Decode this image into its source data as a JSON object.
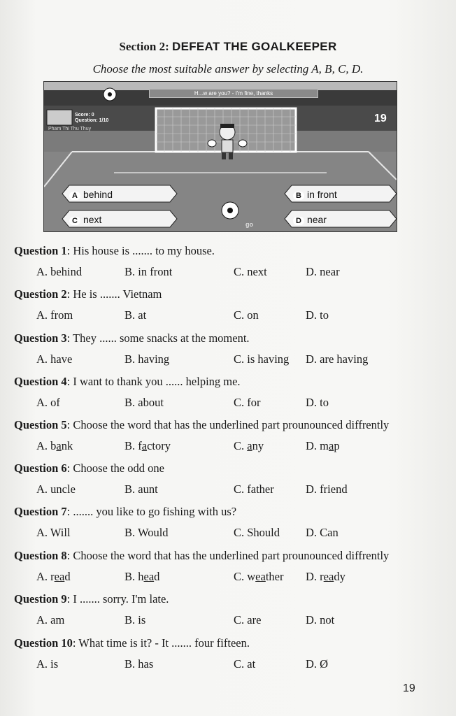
{
  "section": {
    "prefix": "Section 2: ",
    "title": "DEFEAT THE GOALKEEPER",
    "instruction": "Choose the most suitable answer by selecting A, B, C, D."
  },
  "game": {
    "question_text": "H...w are you? - I'm fine, thanks",
    "score_label": "Score: 0",
    "question_counter": "Question: 1/10",
    "player_name": "Pham Thi Thu Thuy",
    "timer": "19",
    "go_label": "go",
    "answers": [
      {
        "letter": "A",
        "text": "behind"
      },
      {
        "letter": "B",
        "text": "in front"
      },
      {
        "letter": "C",
        "text": "next"
      },
      {
        "letter": "D",
        "text": "near"
      }
    ]
  },
  "questions": [
    {
      "label": "Question 1",
      "text": ": His house is ....... to my house.",
      "options": [
        "A. behind",
        "B. in front",
        "C. next",
        "D. near"
      ]
    },
    {
      "label": "Question 2",
      "text": ": He is ....... Vietnam",
      "options": [
        "A. from",
        "B. at",
        "C. on",
        "D. to"
      ]
    },
    {
      "label": "Question 3",
      "text": ": They ...... some snacks at the moment.",
      "options": [
        "A. have",
        "B. having",
        "C. is having",
        "D. are having"
      ]
    },
    {
      "label": "Question 4",
      "text": ": I want to thank you ...... helping me.",
      "options": [
        "A. of",
        "B. about",
        "C. for",
        "D. to"
      ]
    },
    {
      "label": "Question 5",
      "text": ": Choose the word that has the underlined part prounounced diffrently",
      "options": [
        "A. bank",
        "B. factory",
        "C. any",
        "D. map"
      ],
      "underlined": [
        "a",
        "a",
        "a",
        "a"
      ]
    },
    {
      "label": "Question 6",
      "text": ": Choose the odd one",
      "options": [
        "A. uncle",
        "B. aunt",
        "C. father",
        "D. friend"
      ]
    },
    {
      "label": "Question 7",
      "text": ": ....... you like to go fishing with us?",
      "options": [
        "A. Will",
        "B. Would",
        "C. Should",
        "D. Can"
      ]
    },
    {
      "label": "Question 8",
      "text": ": Choose the word that has the underlined part prounounced diffrently",
      "options": [
        "A. read",
        "B. head",
        "C. weather",
        "D. ready"
      ],
      "underlined": [
        "ea",
        "ea",
        "ea",
        "ea"
      ]
    },
    {
      "label": "Question 9",
      "text": ": I ....... sorry. I'm late.",
      "options": [
        "A. am",
        "B. is",
        "C. are",
        "D. not"
      ]
    },
    {
      "label": "Question 10",
      "text": ":  What time is it? - It ....... four fifteen.",
      "options": [
        "A. is",
        "B. has",
        "C. at",
        "D. Ø"
      ]
    }
  ],
  "page_number": "19"
}
